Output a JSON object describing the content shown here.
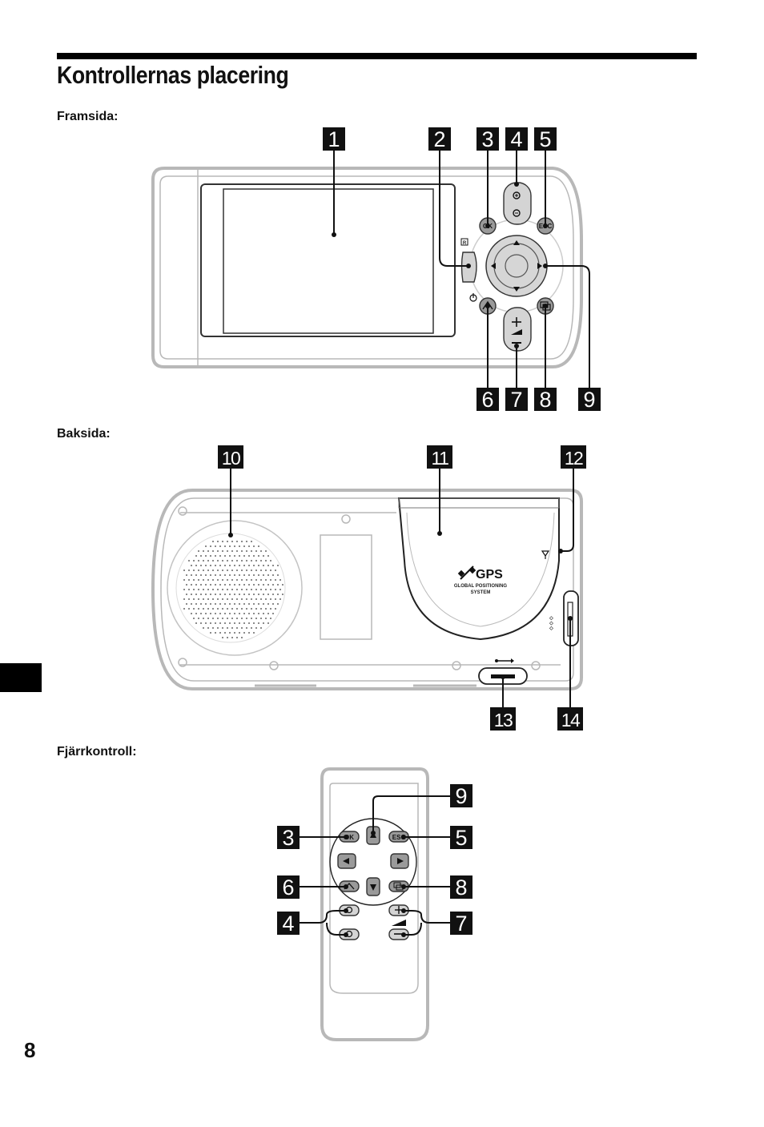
{
  "page": {
    "title": "Kontrollernas placering",
    "page_number": "8"
  },
  "sections": {
    "front": "Framsida:",
    "back": "Baksida:",
    "remote": "Fjärrkontroll:"
  },
  "front_callouts": [
    "1",
    "2",
    "3",
    "4",
    "5",
    "6",
    "7",
    "8",
    "9"
  ],
  "back_callouts": [
    "10",
    "11",
    "12",
    "13",
    "14"
  ],
  "remote_callouts": {
    "left": [
      "3",
      "6",
      "4"
    ],
    "right": [
      "9",
      "5",
      "8",
      "7"
    ]
  },
  "button_labels": {
    "ok": "OK",
    "esc": "ESC",
    "r": "R"
  },
  "gps": {
    "logo": "GPS",
    "line1": "GLOBAL POSITIONING",
    "line2": "SYSTEM"
  }
}
